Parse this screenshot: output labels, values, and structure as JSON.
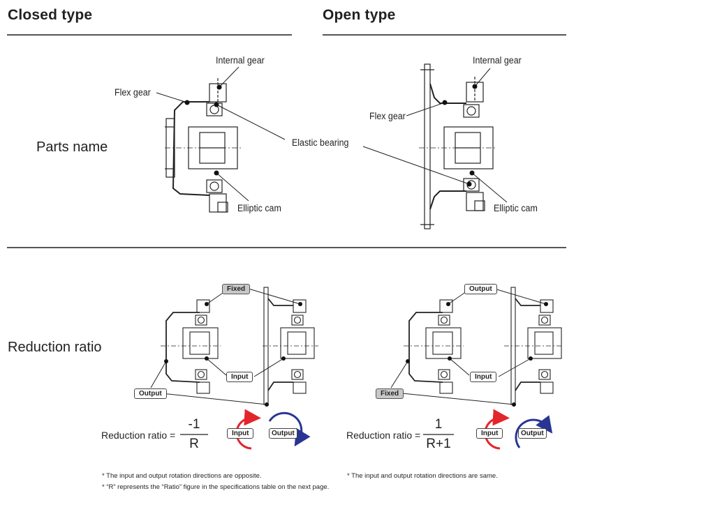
{
  "headings": {
    "closed": "Closed type",
    "open": "Open type"
  },
  "sections": {
    "parts": "Parts name",
    "reduction": "Reduction ratio"
  },
  "parts_labels": {
    "closed_internal_gear": "Internal gear",
    "closed_flex_gear": "Flex gear",
    "closed_elliptic_cam": "Elliptic cam",
    "elastic_bearing": "Elastic bearing",
    "open_internal_gear": "Internal gear",
    "open_flex_gear": "Flex gear",
    "open_elliptic_cam": "Elliptic cam"
  },
  "reduction_left": {
    "fixed": "Fixed",
    "input": "Input",
    "output": "Output",
    "formula_label": "Reduction ratio =",
    "numerator": "-1",
    "denominator": "R",
    "arrow_input": "Input",
    "arrow_output": "Output",
    "note1": "*  The input and output rotation directions are opposite.",
    "note2": "*  “R” represents the “Ratio” figure in the specifications table on the next page."
  },
  "reduction_right": {
    "output": "Output",
    "input": "Input",
    "fixed": "Fixed",
    "formula_label": "Reduction ratio =",
    "numerator": "1",
    "denominator": "R+1",
    "arrow_input": "Input",
    "arrow_output": "Output",
    "note1": "*  The input and output rotation directions are same."
  },
  "colors": {
    "input_arrow": "#e2262b",
    "output_arrow": "#283593",
    "fixed_tag": "#c8c8c8"
  }
}
